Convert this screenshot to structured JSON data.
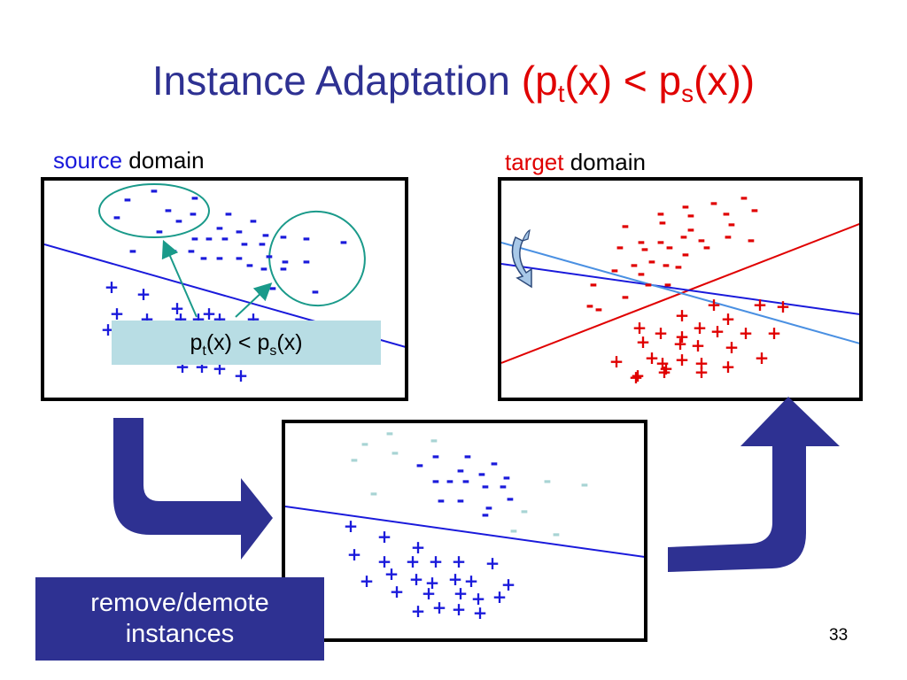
{
  "slide": {
    "title_main": "Instance Adaptation ",
    "title_paren_open": "(p",
    "title_sub_t": "t",
    "title_mid": "(x) < p",
    "title_sub_s": "s",
    "title_paren_close": "(x))",
    "page_number": "33"
  },
  "captions": {
    "source_word": "source",
    "target_word": "target",
    "domain_word": " domain"
  },
  "callout": {
    "p": "p",
    "t": "t",
    "mid": "(x) < p",
    "s": "s",
    "end": "(x)"
  },
  "action_box": {
    "line1": "remove/demote",
    "line2": "instances"
  },
  "colors": {
    "title_blue": "#2e3192",
    "accent_red": "#e00000",
    "point_blue": "#1a1adb",
    "point_red": "#e00000",
    "faded_teal": "#a8d4d4",
    "ellipse_teal": "#1a9a8a",
    "line_lightblue": "#4a90e2",
    "arrow_navy": "#2e3192",
    "callout_bg": "#b8dde4"
  },
  "symbols": {
    "minus": "-",
    "plus": "+"
  },
  "icons": [
    "curved-arrow-down-icon",
    "curved-arrow-up-icon",
    "rotate-arrow-icon"
  ]
}
